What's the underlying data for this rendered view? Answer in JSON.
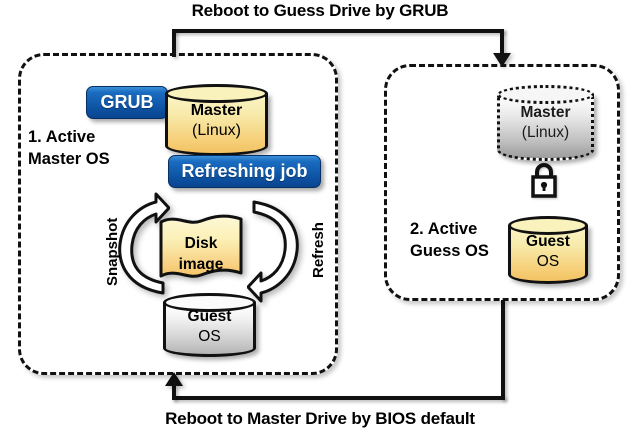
{
  "diagram": {
    "top_caption": "Reboot to Guess Drive by GRUB",
    "bottom_caption": "Reboot to Master Drive by BIOS default",
    "accent_blue": "#0d52a2",
    "accent_yellow": "#f6cf78",
    "accent_grey": "#c0c0c0"
  },
  "left_panel": {
    "label_line1": "1.   Active",
    "label_line2": "Master OS",
    "grub_button": "GRUB",
    "refresh_button": "Refreshing job",
    "master_disk": {
      "line1": "Master",
      "line2": "(Linux)"
    },
    "guest_disk": {
      "line1": "Guest",
      "line2": "OS"
    },
    "disk_image": {
      "line1": "Disk",
      "line2": "image"
    },
    "snapshot_label": "Snapshot",
    "refresh_label": "Refresh"
  },
  "right_panel": {
    "label_line1": "2. Active",
    "label_line2": "Guess OS",
    "master_disk": {
      "line1": "Master",
      "line2": "(Linux)"
    },
    "guest_disk": {
      "line1": "Guest",
      "line2": "OS"
    },
    "lock_icon": "lock-icon"
  }
}
